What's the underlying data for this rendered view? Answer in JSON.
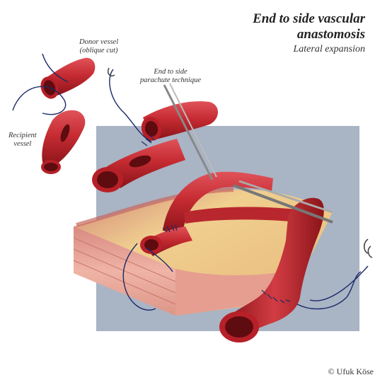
{
  "title": {
    "line1": "End to side vascular",
    "line2": "anastomosis",
    "subtitle": "Lateral expansion"
  },
  "labels": {
    "donor_line1": "Donor vessel",
    "donor_line2": "(oblique cut)",
    "end_to_side_line1": "End to side",
    "end_to_side_line2": "parachute technique",
    "recipient_line1": "Recipient",
    "recipient_line2": "vessel"
  },
  "credit": "© Ufuk Köse",
  "colors": {
    "vessel": "#c62b32",
    "vessel_dark": "#8a1419",
    "lumen": "#5e0c10",
    "panel": "#a9b4c5",
    "suture": "#1b2a66",
    "tissue_top": "#e7b87a",
    "tissue_side": "#e9a99b"
  }
}
